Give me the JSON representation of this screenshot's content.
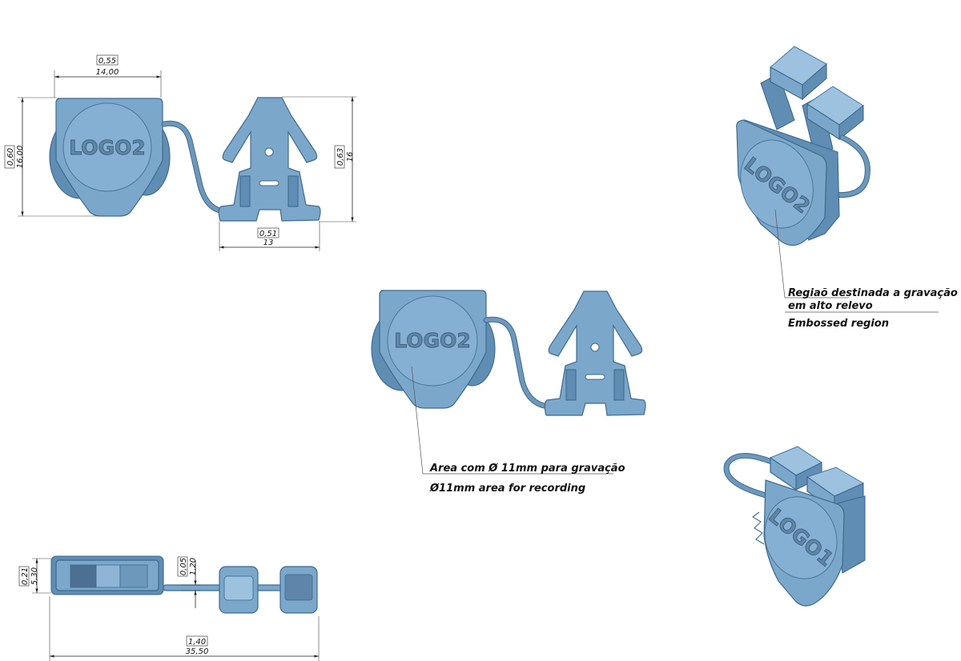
{
  "dimensions": {
    "top_width": {
      "tolerance": "0,55",
      "value": "14,00"
    },
    "left_height": {
      "tolerance": "0,60",
      "value": "16,00"
    },
    "right_height": {
      "tolerance": "0,63",
      "value": "16"
    },
    "base_width": {
      "tolerance": "0,51",
      "value": "13"
    },
    "thickness": {
      "tolerance": "0,21",
      "value": "5,30"
    },
    "wire_diameter": {
      "tolerance": "0,05",
      "value": "1,20"
    },
    "total_length": {
      "tolerance": "1,40",
      "value": "35,50"
    }
  },
  "logos": {
    "front": "LOGO2",
    "center": "LOGO2",
    "iso_top": "LOGO2",
    "iso_bottom": "LOGO1"
  },
  "notes": {
    "embossed_pt_line1": "Regiaõ destinada a gravação",
    "embossed_pt_line2": "em alto relevo",
    "embossed_en": "Embossed region",
    "recording_pt": "Area com Ø 11mm para gravação",
    "recording_en": "Ø11mm area for recording"
  },
  "colors": {
    "part": "#7ba7cb",
    "part_outline": "#3f6a8d",
    "dimension_lines": "#222222"
  }
}
